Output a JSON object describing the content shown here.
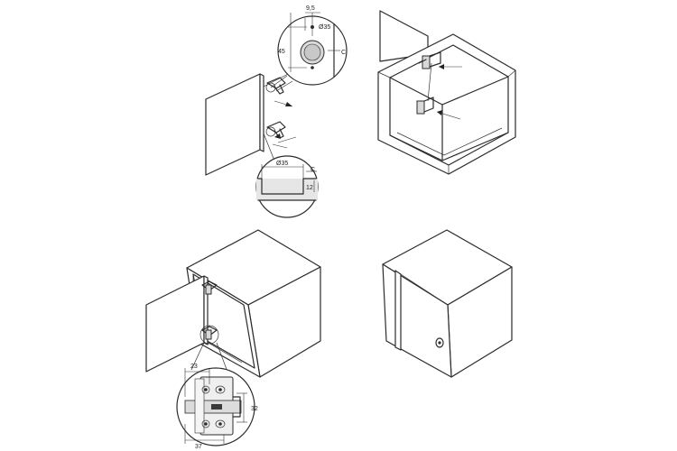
{
  "dimensions": {
    "top_detail": {
      "offset": "9,5",
      "height": "45",
      "diameter": "Ø35",
      "clearance": "C"
    },
    "section_detail": {
      "diameter": "Ø35",
      "clearance": "C",
      "depth": "12"
    },
    "plate_detail": {
      "width_top": "23",
      "height": "32",
      "width_bottom": "37"
    }
  },
  "colors": {
    "line": "#2b2b2b",
    "shade": "#d9d9d9",
    "background": "#ffffff"
  }
}
